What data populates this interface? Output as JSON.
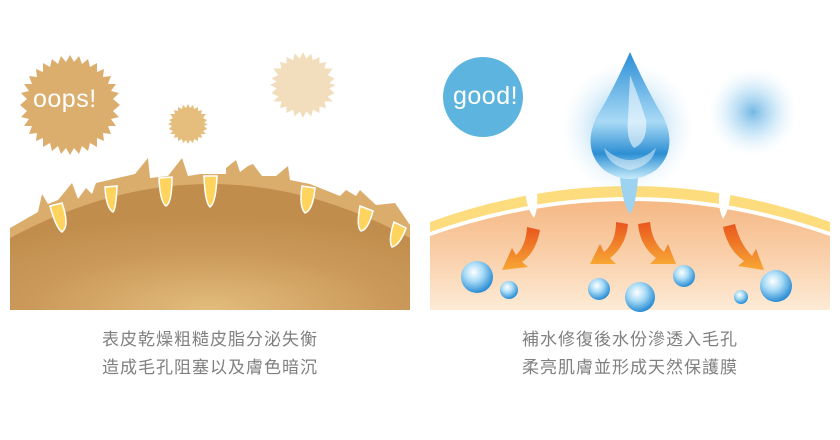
{
  "left_panel": {
    "badge_text": "oops!",
    "caption_line1": "表皮乾燥粗糙皮脂分泌失衡",
    "caption_line2": "造成毛孔阻塞以及膚色暗沉",
    "colors": {
      "badge": "#DBAE6E",
      "dust_small": "#E5BD7D",
      "dust_large": "#F2DEBC",
      "skin_outer": "#DBAD6D",
      "skin_inner": "#C28F4E",
      "skin_center": "#E0B878",
      "pore_fill": "#FFD45E"
    }
  },
  "right_panel": {
    "badge_text": "good!",
    "caption_line1": "補水修復後水份滲透入毛孔",
    "caption_line2": "柔亮肌膚並形成天然保護膜",
    "colors": {
      "badge": "#5DB5DF",
      "skin_barrier": "#FCDC7C",
      "skin_top": "#F6BD88",
      "skin_bottom": "#FDE8D0",
      "arrow_start": "#E9561E",
      "arrow_end": "#F7A734",
      "water": "#2F9BDB"
    }
  }
}
